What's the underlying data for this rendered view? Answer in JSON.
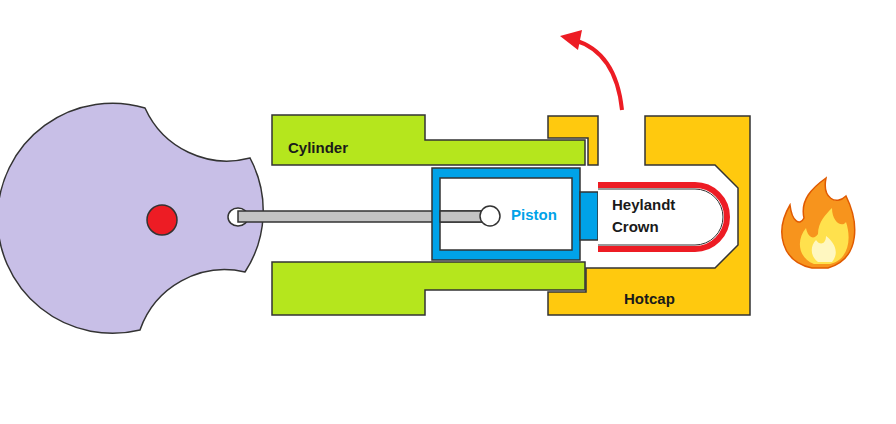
{
  "diagram": {
    "labels": [
      "Cylinder",
      "Piston",
      "Heylandt Crown",
      "Hotcap"
    ]
  }
}
